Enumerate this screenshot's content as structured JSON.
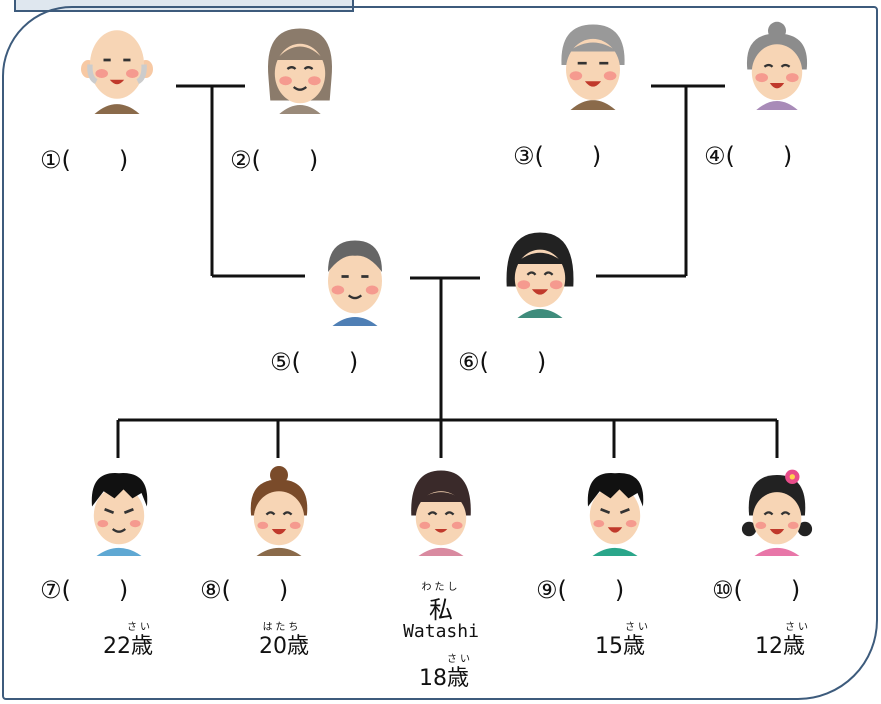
{
  "grandparents": [
    {
      "label": "①(　　)"
    },
    {
      "label": "②(　　)"
    },
    {
      "label": "③(　　)"
    },
    {
      "label": "④(　　)"
    }
  ],
  "parents": [
    {
      "label": "⑤(　　)"
    },
    {
      "label": "⑥(　　)"
    }
  ],
  "children": [
    {
      "label": "⑦(　　)",
      "age": "22歳",
      "ruby": "さい"
    },
    {
      "label": "⑧(　　)",
      "age": "20歳",
      "ruby": "はたち"
    },
    {
      "name": "私",
      "ruby_name": "わたし",
      "roman": "Watashi",
      "age": "18歳",
      "ruby": "さい"
    },
    {
      "label": "⑨(　　)",
      "age": "15歳",
      "ruby": "さい"
    },
    {
      "label": "⑩(　　)",
      "age": "12歳",
      "ruby": "さい"
    }
  ],
  "colors": {
    "frame": "#3d5b7c",
    "tab_fill": "#dfe7ef",
    "line": "#111111",
    "skin": "#f7d5b5",
    "cheek": "#f59a8f"
  }
}
